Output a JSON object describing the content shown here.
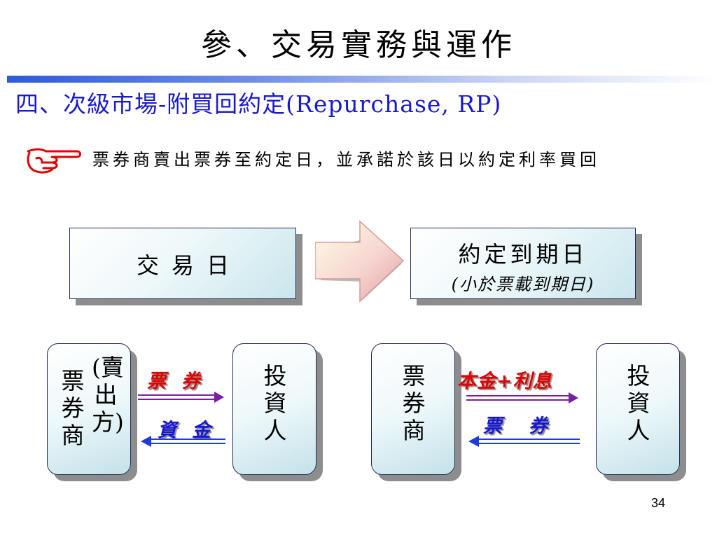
{
  "slide": {
    "title": "參、交易實務與運作",
    "subtitle": "四、次級市場-附買回約定(Repurchase, RP)",
    "bullet": {
      "icon": "pointing-hand-icon",
      "text": "票券商賣出票券至約定日，並承諾於該日以約定利率買回"
    },
    "page_number": "34"
  },
  "timeline": {
    "trade_day": "交易日",
    "maturity_day": "約定到期日",
    "maturity_note": "(小於票載到期日)"
  },
  "trade_day_flow": {
    "dealer": {
      "line1": "(賣出方)",
      "line2": "票券商"
    },
    "investor": "投資人",
    "to_investor": "票券",
    "to_dealer": "資金"
  },
  "maturity_flow": {
    "dealer": "票券商",
    "investor": "投資人",
    "to_investor": "本金+利息",
    "to_dealer": "票券"
  },
  "colors": {
    "title_rule": "#2d5bd6",
    "subtitle": "#1a1acc",
    "label_red": "#e00000",
    "label_blue": "#1616d6",
    "arrow_purple": "#7a1fa2",
    "arrow_blue": "#1e3dd6",
    "box_fill": "#c9e6ec",
    "shadow": "#8d8d8d"
  }
}
